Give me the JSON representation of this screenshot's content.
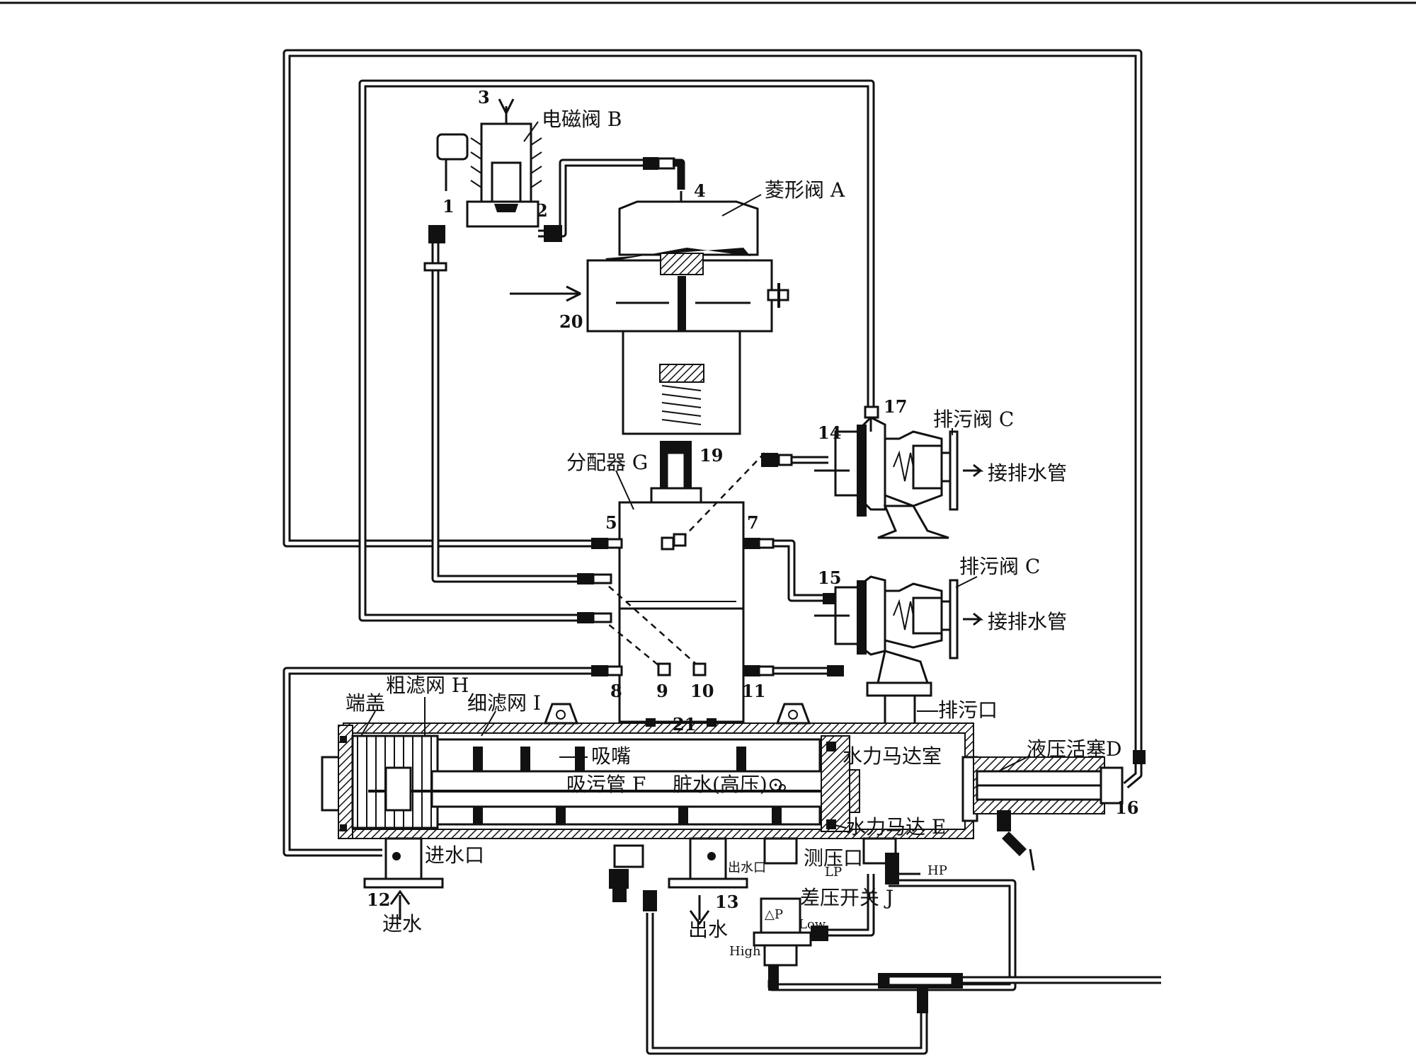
{
  "labels": {
    "solenoid_valve": "电磁阀 B",
    "diamond_valve": "菱形阀 A",
    "distributor": "分配器 G",
    "drain_valve_1": "排污阀 C",
    "drain_valve_2": "排污阀 C",
    "to_drain_pipe_1": "接排水管",
    "to_drain_pipe_2": "接排水管",
    "end_cap": "端盖",
    "coarse_screen": "粗滤网 H",
    "fine_screen": "细滤网 I",
    "drain_outlet": "排污口",
    "suction_nozzle": "吸嘴",
    "suction_pipe": "吸污管 F",
    "dirty_water": "脏水(高压)⊙",
    "hydraulic_motor_chamber": "水力马达室",
    "hydraulic_motor": "水力马达 E",
    "hydraulic_piston": "液压活塞D",
    "water_inlet_port": "进水口",
    "water_outlet_port": "出水口",
    "pressure_port": "测压口",
    "diff_pressure_switch": "差压开关 J",
    "water_in": "进水",
    "water_out": "出水",
    "delta_p": "△P",
    "low": "Low",
    "high": "High",
    "hp": "HP",
    "lp": "LP"
  },
  "numbers": {
    "n1": "1",
    "n2": "2",
    "n3": "3",
    "n4": "4",
    "n5": "5",
    "n7": "7",
    "n8": "8",
    "n9": "9",
    "n10": "10",
    "n11": "11",
    "n12": "12",
    "n13": "13",
    "n14": "14",
    "n15": "15",
    "n16": "16",
    "n17": "17",
    "n19": "19",
    "n20": "20",
    "n21": "21"
  }
}
